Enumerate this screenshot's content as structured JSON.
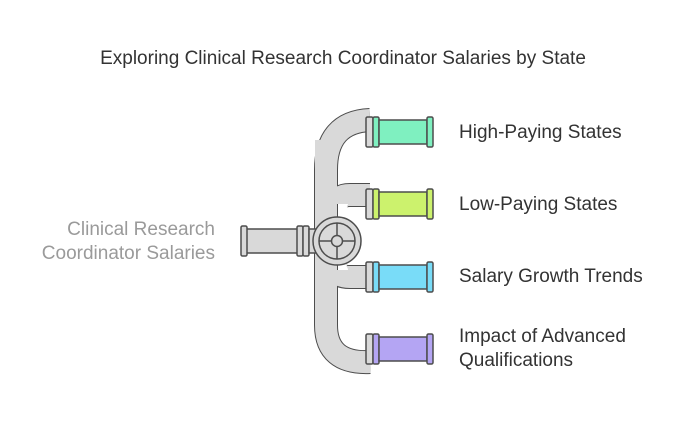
{
  "title": "Exploring Clinical Research Coordinator Salaries by State",
  "source": {
    "line1": "Clinical Research",
    "line2": "Coordinator Salaries"
  },
  "branches": [
    {
      "line1": "High-Paying States",
      "line2": "",
      "color": "#7ff0c0"
    },
    {
      "line1": "Low-Paying States",
      "line2": "",
      "color": "#ccf26d"
    },
    {
      "line1": "Salary Growth Trends",
      "line2": "",
      "color": "#79dcf8"
    },
    {
      "line1": "Impact of Advanced",
      "line2": "Qualifications",
      "color": "#b4a5f3"
    }
  ],
  "colors": {
    "pipe": "#d9d9d9",
    "stroke": "#4d4d4d",
    "source_text": "#9a9a9a",
    "text": "#333333"
  }
}
